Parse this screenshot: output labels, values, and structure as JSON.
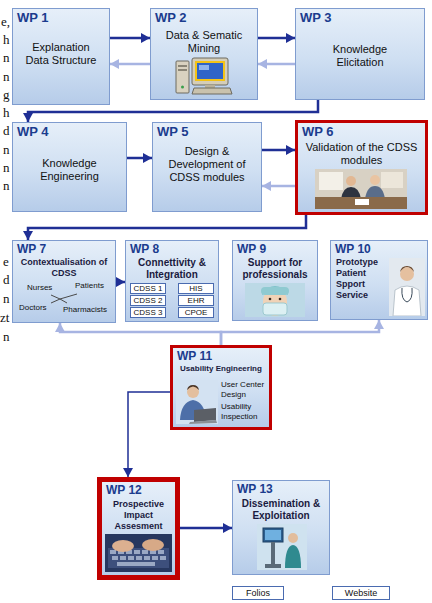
{
  "diagram": {
    "nodes": [
      {
        "text": [
          "WP 1",
          "Explanation Data Structure"
        ]
      },
      {
        "text": [
          "WP 2",
          "Data & Sematic Mining"
        ]
      },
      {
        "text": [
          "WP 3",
          "Knowledge Elicitation"
        ]
      },
      {
        "text": [
          "WP 4",
          "Knowledge Engineering"
        ]
      },
      {
        "text": [
          "WP 5",
          "Design & Development of CDSS modules"
        ]
      },
      {
        "text": [
          "WP 6",
          "Validation of the CDSS modules"
        ]
      },
      {
        "text": [
          "WP 7",
          "Contextualisation of CDSS",
          "Nurses",
          "Patients",
          "Doctors",
          "Pharmacists"
        ]
      },
      {
        "text": [
          "WP 8",
          "Connettivity & Integration"
        ]
      },
      {
        "text": [
          "CDSS 1"
        ],
        "in": 7
      },
      {
        "text": [
          "HIS"
        ],
        "in": 7
      },
      {
        "text": [
          "CDSS 2"
        ],
        "in": 7
      },
      {
        "text": [
          "EHR"
        ],
        "in": 7
      },
      {
        "text": [
          "CDSS 3"
        ],
        "in": 7
      },
      {
        "text": [
          "CPOE"
        ],
        "in": 7
      },
      {
        "text": [
          "WP 9",
          "Support for professionals"
        ]
      },
      {
        "text": [
          "WP 10",
          "Prototype Patient Spport Service"
        ]
      },
      {
        "text": [
          "WP 11",
          "Usability Engineering",
          "User Center Design",
          "Usability Inspection"
        ]
      },
      {
        "text": [
          "WP 12",
          "Prospective Impact Assesment"
        ]
      },
      {
        "text": [
          "WP 13",
          "Dissemination & Exploitation"
        ]
      },
      {
        "text": [
          "Folios"
        ]
      },
      {
        "text": [
          "Website"
        ]
      }
    ],
    "edges": [
      {
        "from": 0,
        "to": 1,
        "arrow": "to"
      },
      {
        "from": 1,
        "to": 0,
        "arrow": "to"
      },
      {
        "from": 1,
        "to": 2,
        "arrow": "to"
      },
      {
        "from": 2,
        "to": 1,
        "arrow": "to"
      },
      {
        "from": 2,
        "to": 3,
        "arrow": "to"
      },
      {
        "from": 3,
        "to": 4,
        "arrow": "to"
      },
      {
        "from": 4,
        "to": 5,
        "arrow": "to"
      },
      {
        "from": 5,
        "to": 4,
        "arrow": "to"
      },
      {
        "from": 5,
        "to": 6,
        "arrow": "to"
      },
      {
        "from": 6,
        "to": 7,
        "arrow": "to"
      },
      {
        "from": 8,
        "to": 9,
        "arrow": "none"
      },
      {
        "from": 10,
        "to": 11,
        "arrow": "none"
      },
      {
        "from": 12,
        "to": 13,
        "arrow": "none"
      },
      {
        "from": 16,
        "to": 6,
        "arrow": "to"
      },
      {
        "from": 16,
        "to": 15,
        "arrow": "to"
      },
      {
        "from": 16,
        "to": 17,
        "arrow": "to"
      },
      {
        "from": 17,
        "to": 18,
        "arrow": "to"
      }
    ],
    "labels": [
      "e,",
      "h",
      "n",
      "n",
      "g",
      "h",
      "d",
      "n",
      "n",
      "n",
      "e",
      "d",
      "n",
      "zt",
      "n"
    ]
  }
}
